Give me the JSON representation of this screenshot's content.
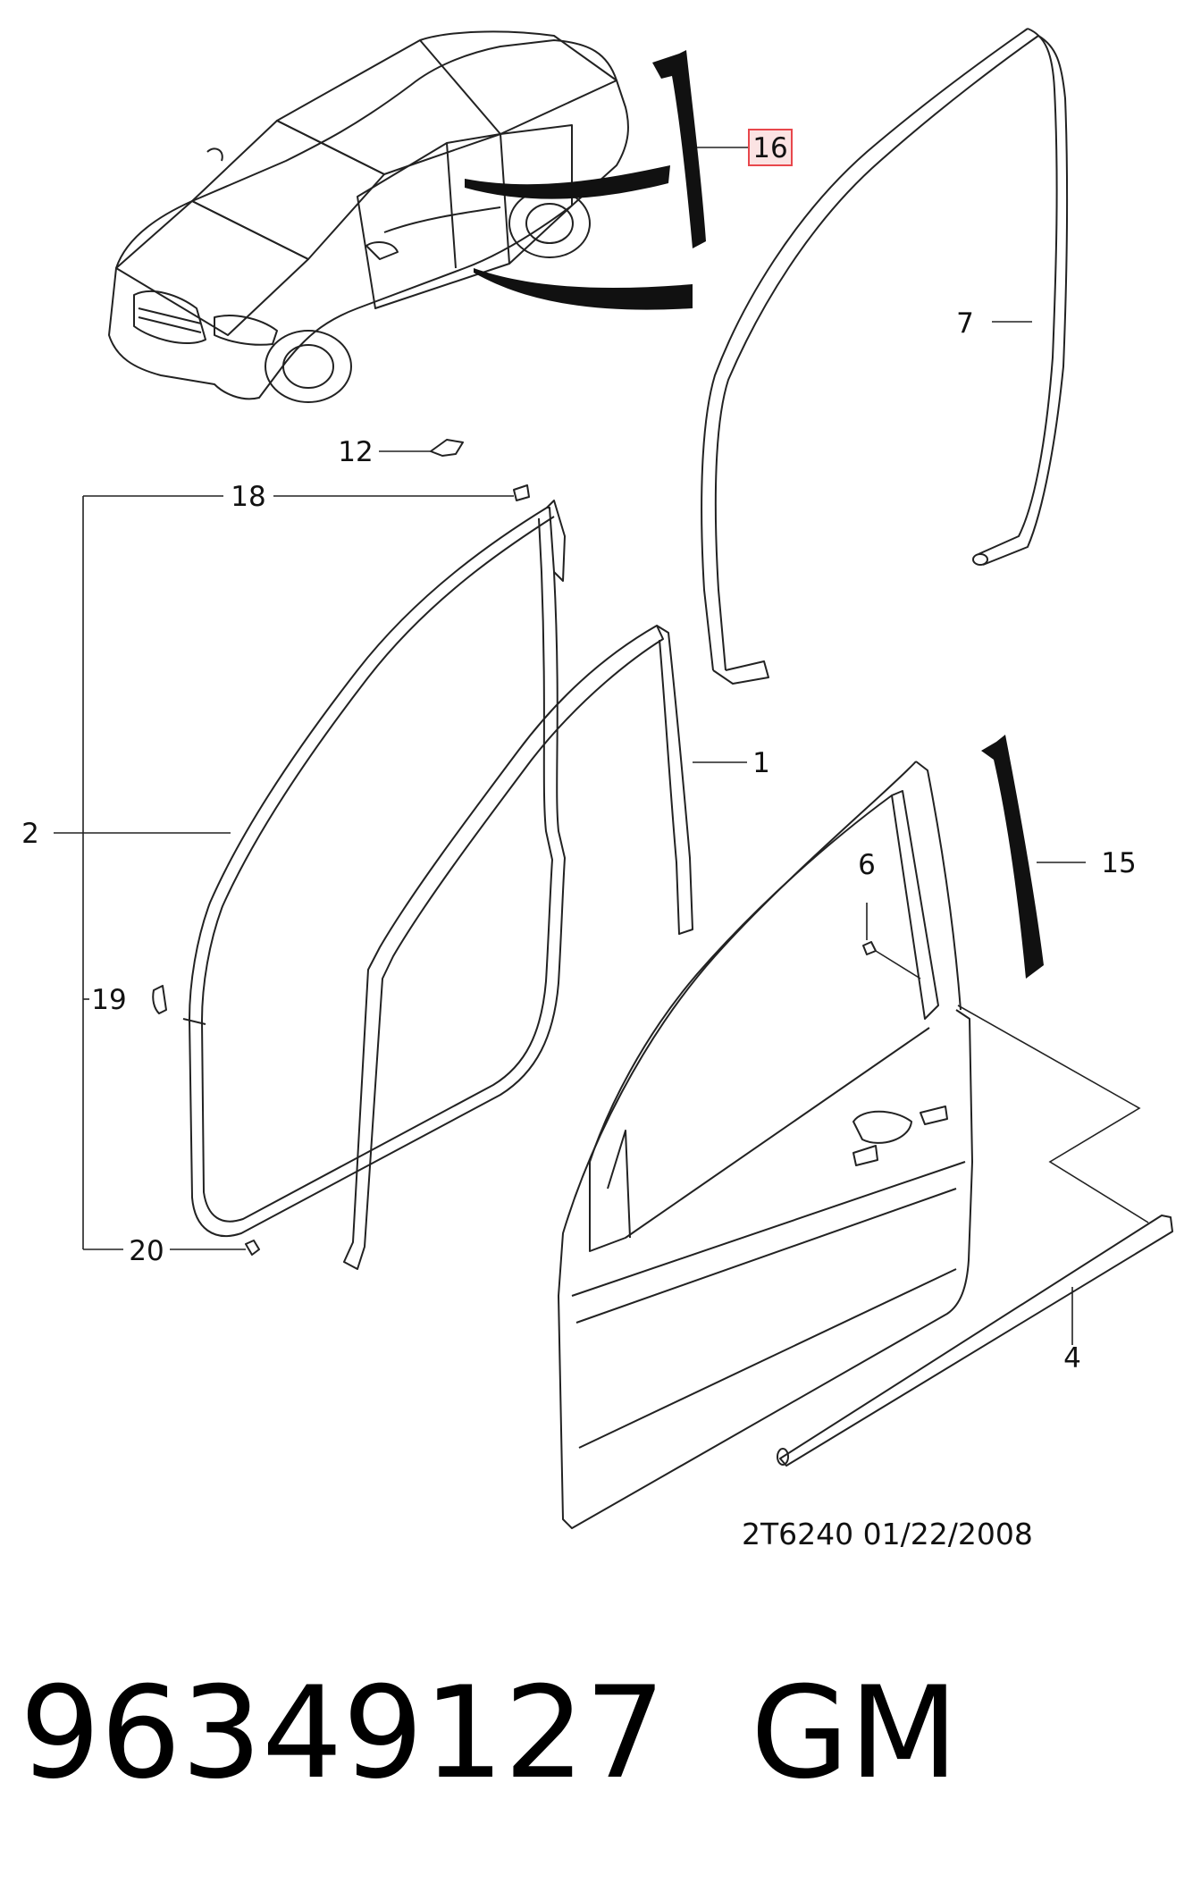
{
  "diagram": {
    "callouts": {
      "c16": "16",
      "c7": "7",
      "c12": "12",
      "c18": "18",
      "c2": "2",
      "c1": "1",
      "c6": "6",
      "c15": "15",
      "c19": "19",
      "c20": "20",
      "c4": "4"
    },
    "stamp": "2T6240  01/22/2008",
    "highlight_color": "#e8474c",
    "highlight_fill": "#fbe3e3"
  },
  "footer": {
    "part_number": "96349127",
    "brand": "GM"
  }
}
